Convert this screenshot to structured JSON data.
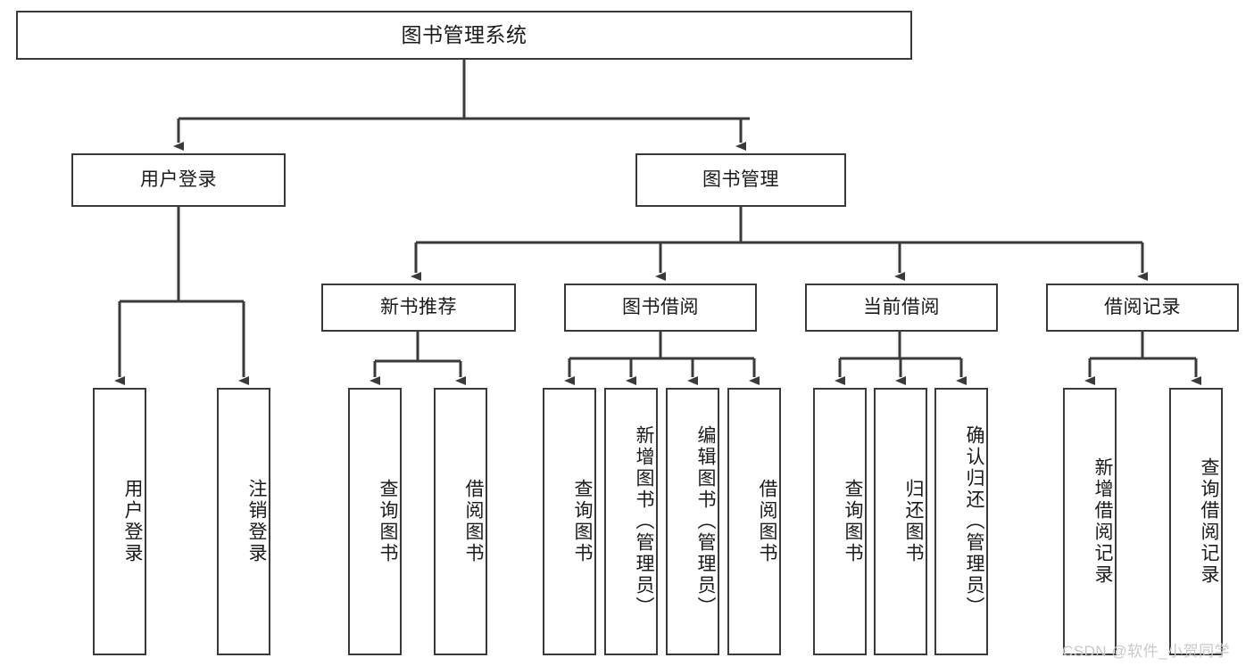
{
  "diagram": {
    "title": "图书管理系统",
    "root": {
      "label": "图书管理系统"
    },
    "level2": [
      {
        "label": "用户登录"
      },
      {
        "label": "图书管理"
      }
    ],
    "level3": [
      {
        "label": "新书推荐"
      },
      {
        "label": "图书借阅"
      },
      {
        "label": "当前借阅"
      },
      {
        "label": "借阅记录"
      }
    ],
    "leaves": {
      "user_login": [
        {
          "label": "用户登录"
        },
        {
          "label": "注销登录"
        }
      ],
      "new_book_recommend": [
        {
          "label": "查询图书"
        },
        {
          "label": "借阅图书"
        }
      ],
      "book_borrow": [
        {
          "label": "查询图书"
        },
        {
          "label": "新增图书（管理员）"
        },
        {
          "label": "编辑图书（管理员）"
        },
        {
          "label": "借阅图书"
        }
      ],
      "current_borrow": [
        {
          "label": "查询图书"
        },
        {
          "label": "归还图书"
        },
        {
          "label": "确认归还（管理员）"
        }
      ],
      "borrow_record": [
        {
          "label": "新增借阅记录"
        },
        {
          "label": "查询借阅记录"
        }
      ]
    }
  },
  "watermark": {
    "text": "CSDN @软件_小贺同学"
  },
  "colors": {
    "stroke": "#3a3a3a",
    "fill": "#ffffff",
    "text": "#1a1a1a",
    "watermark": "#c9c9c9"
  }
}
